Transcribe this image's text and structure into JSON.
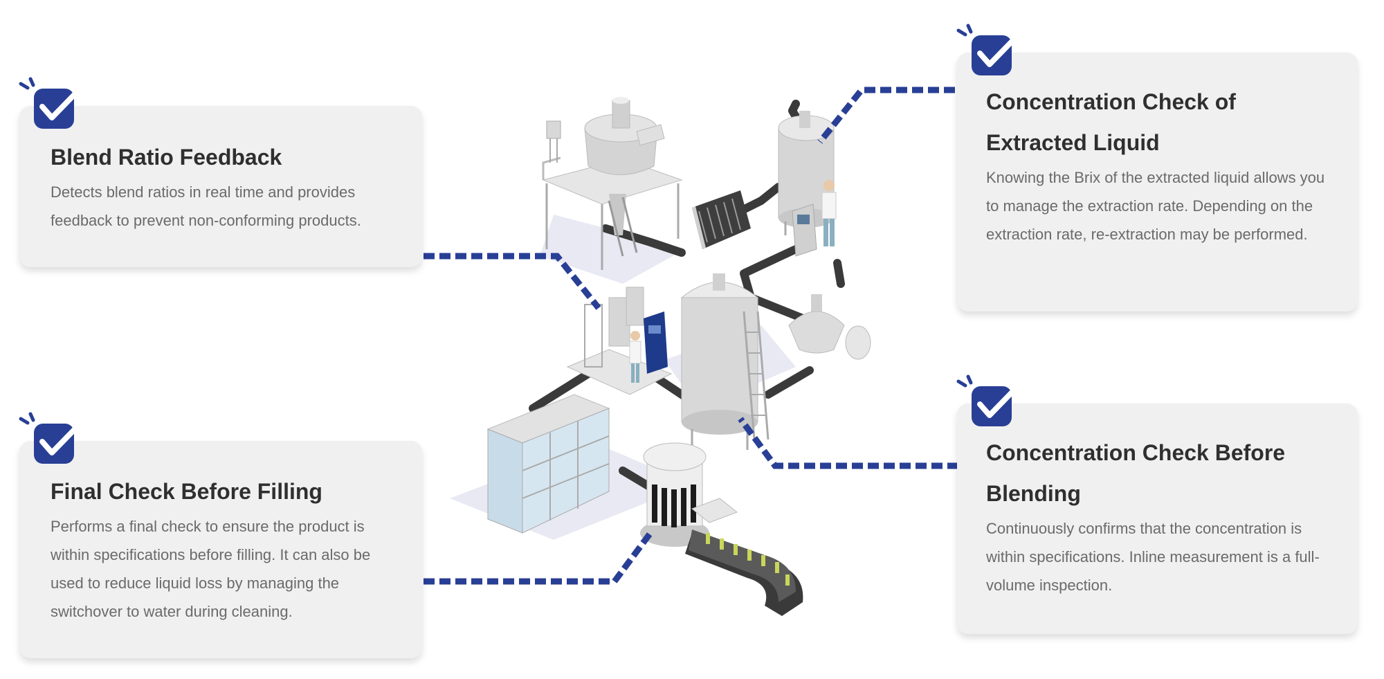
{
  "cards": [
    {
      "id": "blend-ratio",
      "title": "Blend Ratio Feedback",
      "body": "Detects blend ratios in real time and provides feedback to prevent non-conforming products."
    },
    {
      "id": "extracted-liquid",
      "title": "Concentration Check of Extracted Liquid",
      "body": "Knowing the Brix of the extracted liquid allows you to manage the extraction rate. Depending on the extraction rate, re-extraction may be performed."
    },
    {
      "id": "before-filling",
      "title": "Final Check Before Filling",
      "body": "Performs a final check to ensure the product is within specifications before filling. It can also be used to reduce liquid loss by managing the switchover to water during cleaning."
    },
    {
      "id": "before-blending",
      "title": "Concentration Check Before Blending",
      "body": "Continuously confirms that the concentration is within specifications. Inline measurement is a full-volume inspection."
    }
  ],
  "colors": {
    "accent": "#283f95",
    "card_bg": "#f0f0f0",
    "title": "#2f2f2f",
    "body": "#6a6a6a",
    "pipe": "#3a3a3a",
    "metal": "#d4d4d4"
  },
  "icons": {
    "card_badge": "checkmark-badge-icon",
    "worker": "worker-icon"
  }
}
